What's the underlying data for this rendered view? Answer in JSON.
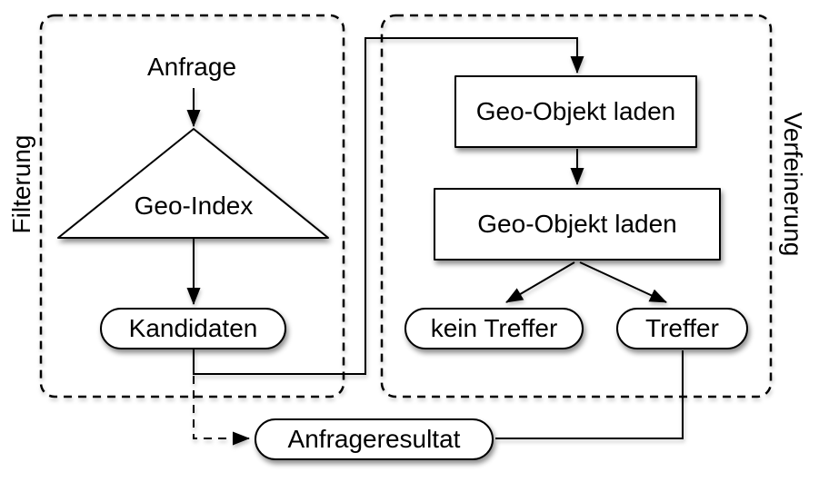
{
  "diagram": {
    "colors": {
      "stroke": "#000000",
      "shape_fill": "#ffffff",
      "background": "#ffffff"
    },
    "phases": {
      "filtering": {
        "label": "Filterung"
      },
      "refinement": {
        "label": "Verfeinerung"
      }
    },
    "nodes": {
      "anfrage": {
        "label": "Anfrage",
        "type": "text"
      },
      "geo_index": {
        "label": "Geo-Index",
        "type": "triangle"
      },
      "kandidaten": {
        "label": "Kandidaten",
        "type": "terminator"
      },
      "geo_objekt_laden_1": {
        "label": "Geo-Objekt laden",
        "type": "process"
      },
      "geo_objekt_laden_2": {
        "label": "Geo-Objekt laden",
        "type": "process"
      },
      "kein_treffer": {
        "label": "kein Treffer",
        "type": "terminator"
      },
      "treffer": {
        "label": "Treffer",
        "type": "terminator"
      },
      "anfrageresultat": {
        "label": "Anfrageresultat",
        "type": "terminator"
      }
    }
  }
}
